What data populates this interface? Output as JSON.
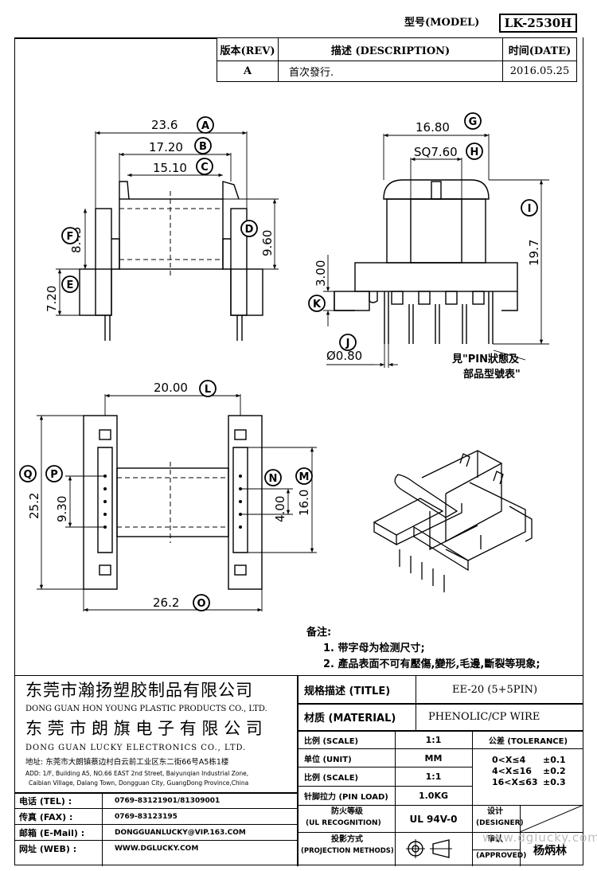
{
  "header": {
    "model_label": "型号(MODEL)",
    "model_value": "LK-2530H"
  },
  "revision": {
    "col_rev": "版本(REV)",
    "col_desc": "描述 (DESCRIPTION)",
    "col_date": "时间(DATE)",
    "row_rev": "A",
    "row_desc": "首次發行.",
    "row_date": "2016.05.25"
  },
  "dimensions": {
    "A": {
      "letter": "A",
      "value": "23.6"
    },
    "B": {
      "letter": "B",
      "value": "17.20"
    },
    "C": {
      "letter": "C",
      "value": "15.10"
    },
    "D": {
      "letter": "D",
      "value": "9.60"
    },
    "E": {
      "letter": "E",
      "value": "7.20"
    },
    "F": {
      "letter": "F",
      "value": "8.45"
    },
    "G": {
      "letter": "G",
      "value": "16.80"
    },
    "H": {
      "letter": "H",
      "value": "SQ7.60"
    },
    "I": {
      "letter": "I",
      "value": "19.7"
    },
    "J": {
      "letter": "J",
      "value": "Ø0.80"
    },
    "K": {
      "letter": "K",
      "value": "3.00"
    },
    "L": {
      "letter": "L",
      "value": "20.00"
    },
    "M": {
      "letter": "M",
      "value": "16.0"
    },
    "N": {
      "letter": "N",
      "value": "4.00"
    },
    "O": {
      "letter": "O",
      "value": "26.2"
    },
    "P": {
      "letter": "P",
      "value": "9.30"
    },
    "Q": {
      "letter": "Q",
      "value": "25.2"
    }
  },
  "pin_note": {
    "line1": "見\"PIN狀態及",
    "line2": "部品型號表\""
  },
  "notes": {
    "title": "备注:",
    "items": [
      "1. 带字母为检测尺寸;",
      "2. 產品表面不可有壓傷,變形,毛邊,斷裂等現象;"
    ]
  },
  "company": {
    "name1_cn": "东莞市瀚扬塑胶制品有限公司",
    "name1_en": "DONG GUAN HON YOUNG PLASTIC PRODUCTS CO., LTD.",
    "name2_cn": "东 莞 市 朗 旗 电 子 有 限 公 司",
    "name2_en": "DONG GUAN LUCKY ELECTRONICS CO., LTD.",
    "address_cn": "地址: 东莞市大朗镇蔡边村白云前工业区东二街66号A5栋1楼",
    "address_en1": "ADD: 1/F, Building A5, NO.66 EAST 2nd Street, Baiyunqian Industrial Zone,",
    "address_en2": "Caibian Village, Dalang Town, Dongguan City, GuangDong Province,China"
  },
  "contact": {
    "tel_label": "电话 (TEL) :",
    "tel_value": "0769-83121901/81309001",
    "fax_label": "传真 (FAX) :",
    "fax_value": "0769-83123195",
    "email_label": "邮箱 (E-Mail) :",
    "email_value": "DONGGUANLUCKY@VIP.163.COM",
    "web_label": "网址 (WEB) :",
    "web_value": "WWW.DGLUCKY.COM"
  },
  "spec": {
    "title_label": "规格描述 (TITLE)",
    "title_value": "EE-20 (5+5PIN)",
    "material_label": "材质 (MATERIAL)",
    "material_value": "PHENOLIC/CP WIRE",
    "scale_label": "比例 (SCALE)",
    "scale_value": "1:1",
    "tolerance_label": "公差 (TOLERANCE)",
    "unit_label": "单位 (UNIT)",
    "unit_value": "MM",
    "scale2_label": "比例 (SCALE)",
    "scale2_value": "1:1",
    "tol_rows": [
      {
        "range": "0<X≤4",
        "value": "±0.1"
      },
      {
        "range": "4<X≤16",
        "value": "±0.2"
      },
      {
        "range": "16<X≤63",
        "value": "±0.3"
      }
    ],
    "pinload_label": "针脚拉力 (PIN LOAD)",
    "pinload_value": "1.0KG",
    "ul_label1": "防火等级",
    "ul_label2": "(UL RECOGNITION)",
    "ul_value": "UL 94V-0",
    "designer_label1": "设计",
    "designer_label2": "(DESIGNER)",
    "proj_label1": "投影方式",
    "proj_label2": "(PROJECTION METHODS)",
    "approved_label1": "审认",
    "approved_label2": "(APPROVED)",
    "approved_value": "杨炳林",
    "watermark": "www.dglucky.com"
  }
}
